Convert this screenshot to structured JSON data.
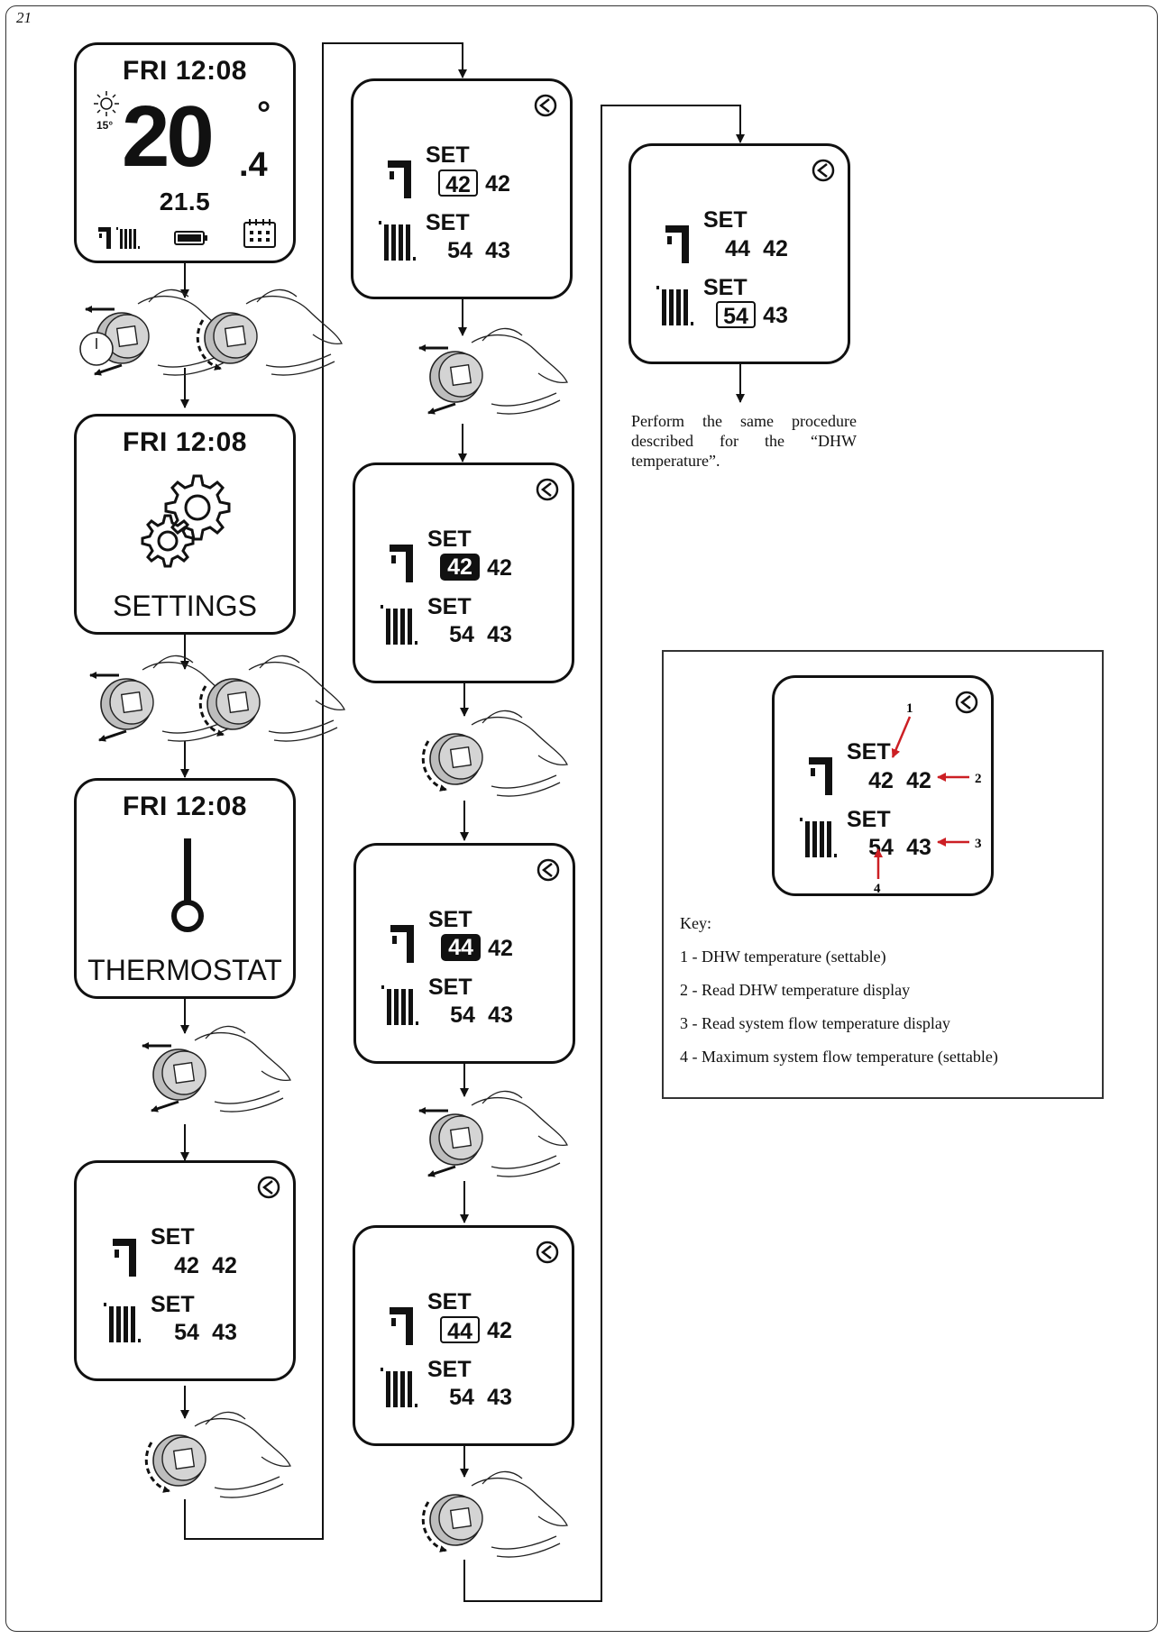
{
  "figure_number": "21",
  "main_screen": {
    "day_time": "FRI 12:08",
    "outdoor_temp": "15°",
    "room_temp_int": "20",
    "room_temp_dec": ".4",
    "degree_symbol": "°",
    "set_temp": "21.5"
  },
  "settings_screen": {
    "day_time": "FRI 12:08",
    "label": "SETTINGS"
  },
  "thermostat_screen": {
    "day_time": "FRI 12:08",
    "label": "THERMOSTAT"
  },
  "set_screens": {
    "set_label": "SET",
    "s1": {
      "dhw_set": "42",
      "dhw_read": "42",
      "heat_set": "54",
      "heat_read": "43"
    },
    "s2": {
      "dhw_set": "42",
      "dhw_read": "42",
      "heat_set": "54",
      "heat_read": "43"
    },
    "s3": {
      "dhw_set": "42",
      "dhw_read": "42",
      "heat_set": "54",
      "heat_read": "43"
    },
    "s4": {
      "dhw_set": "44",
      "dhw_read": "42",
      "heat_set": "54",
      "heat_read": "43"
    },
    "s5": {
      "dhw_set": "44",
      "dhw_read": "42",
      "heat_set": "54",
      "heat_read": "43"
    },
    "s6": {
      "dhw_set": "44",
      "dhw_read": "42",
      "heat_set": "54",
      "heat_read": "43"
    },
    "key": {
      "dhw_set": "42",
      "dhw_read": "42",
      "heat_set": "54",
      "heat_read": "43"
    }
  },
  "description": "Perform the same procedure described for the “DHW temperature”.",
  "key": {
    "title": "Key:",
    "items": [
      "1 - DHW temperature (settable)",
      "2 - Read DHW temperature display",
      "3 - Read system flow temperature display",
      "4 - Maximum system flow temperature (settable)"
    ],
    "callouts": [
      "1",
      "2",
      "3",
      "4"
    ]
  },
  "colors": {
    "line": "#111111",
    "callout_arrow": "#cc1f24",
    "knob_fill": "#bdbdbd"
  }
}
